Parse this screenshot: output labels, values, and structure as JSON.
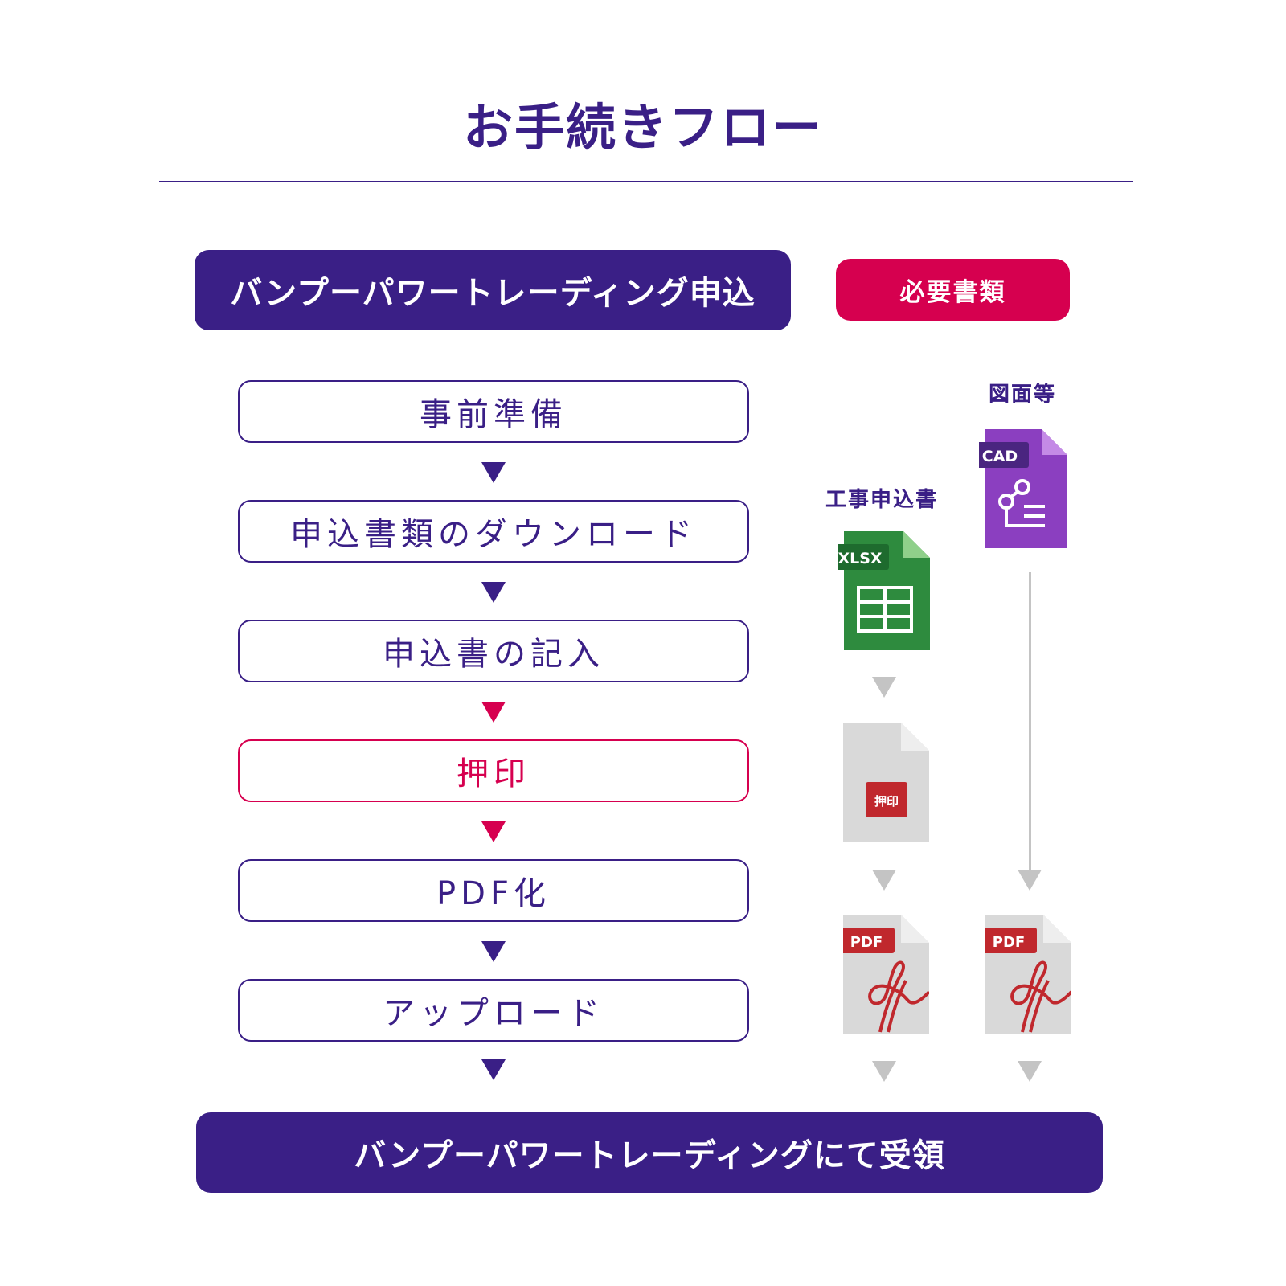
{
  "title": "お手続きフロー",
  "banner_top": "バンプーパワートレーディング申込",
  "docs_badge": "必要書類",
  "steps": [
    {
      "label": "事前準備",
      "highlight": false
    },
    {
      "label": "申込書類のダウンロード",
      "highlight": false
    },
    {
      "label": "申込書の記入",
      "highlight": false
    },
    {
      "label": "押印",
      "highlight": true
    },
    {
      "label": "PDF化",
      "highlight": false
    },
    {
      "label": "アップロード",
      "highlight": false
    }
  ],
  "banner_bottom": "バンプーパワートレーディングにて受領",
  "docs": {
    "application_label": "工事申込書",
    "drawings_label": "図面等",
    "xlsx_tag": "XLSX",
    "cad_tag": "CAD",
    "stamp_tag": "押印",
    "pdf_tag": "PDF"
  },
  "colors": {
    "primary": "#3a1f86",
    "accent": "#d6004f",
    "xlsx_green": "#2e8b3e",
    "cad_purple": "#8b3fc0",
    "pdf_red": "#c0282d",
    "gray": "#c4c4c4"
  },
  "icons": [
    "xlsx-file-icon",
    "cad-file-icon",
    "stamped-file-icon",
    "pdf-file-icon"
  ]
}
